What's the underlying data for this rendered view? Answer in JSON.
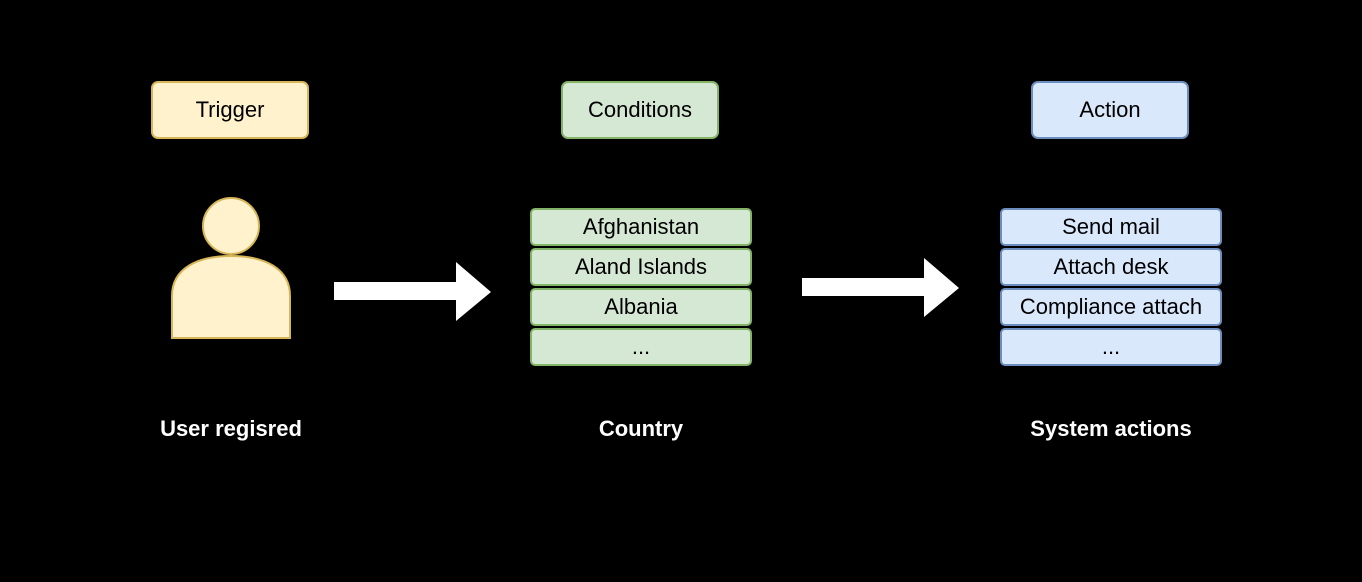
{
  "colors": {
    "background": "#000000",
    "trigger_fill": "#fff2cc",
    "trigger_border": "#d6b656",
    "conditions_fill": "#d5e8d4",
    "conditions_border": "#82b366",
    "action_fill": "#dae8fc",
    "action_border": "#6c8ebf",
    "arrow": "#ffffff",
    "caption": "#ffffff"
  },
  "trigger": {
    "header": "Trigger",
    "icon": "user-icon",
    "caption": "User regisred"
  },
  "conditions": {
    "header": "Conditions",
    "items": [
      "Afghanistan",
      "Aland Islands",
      "Albania",
      "..."
    ],
    "caption": "Country"
  },
  "action": {
    "header": "Action",
    "items": [
      "Send mail",
      "Attach desk",
      "Compliance attach",
      "..."
    ],
    "caption": "System actions"
  },
  "arrows": [
    "arrow-right-icon",
    "arrow-right-icon"
  ]
}
